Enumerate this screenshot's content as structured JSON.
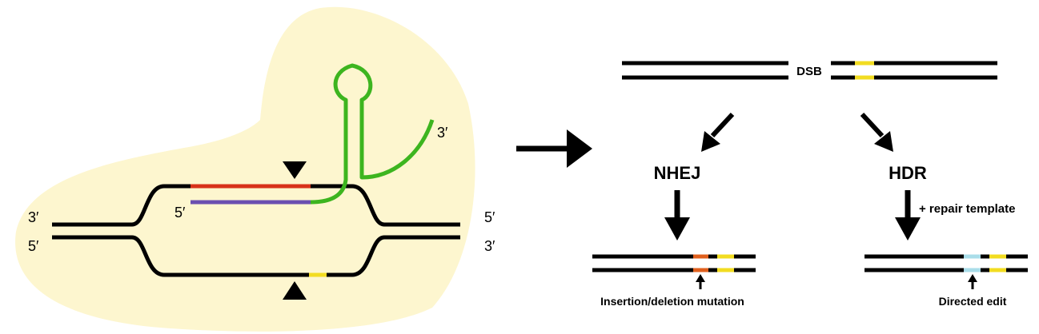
{
  "left": {
    "labels": {
      "top_left_end": "3′",
      "bottom_left_end": "5′",
      "top_right_end": "5′",
      "bottom_right_end": "3′",
      "guide_5": "5′",
      "guide_3": "3′"
    }
  },
  "right": {
    "dsb": "DSB",
    "nhej": "NHEJ",
    "hdr": "HDR",
    "repair_template": "+ repair template",
    "nhej_result": "Insertion/deletion mutation",
    "hdr_result": "Directed edit"
  },
  "colors": {
    "background_blob": "#fdf6cf",
    "dna": "#000000",
    "guide_rna": "#3db51f",
    "protospacer": "#d8321a",
    "target_strand": "#6a4fb0",
    "pam": "#f2dc21",
    "indel": "#e0601e",
    "edit": "#a9dde9"
  }
}
